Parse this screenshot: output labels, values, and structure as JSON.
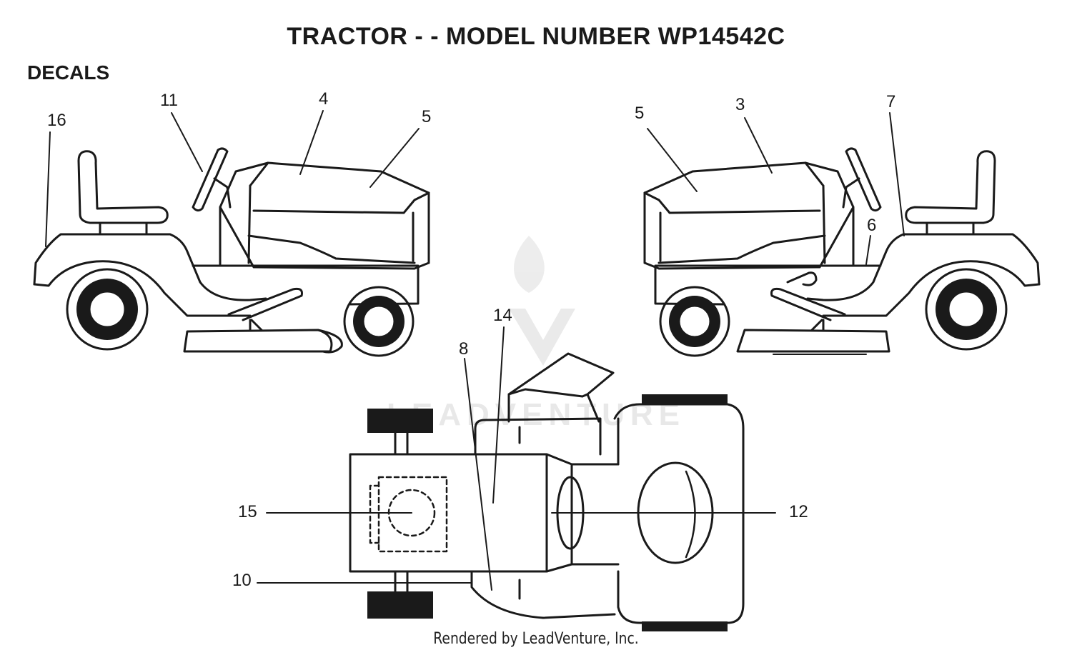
{
  "title": "TRACTOR - - MODEL NUMBER WP14542C",
  "section_label": "DECALS",
  "callouts": {
    "c16": "16",
    "c11": "11",
    "c4": "4",
    "c5a": "5",
    "c5b": "5",
    "c3": "3",
    "c7": "7",
    "c6": "6",
    "c14": "14",
    "c8": "8",
    "c15": "15",
    "c12": "12",
    "c10": "10"
  },
  "watermark": "LEADVENTURE",
  "footer": "Rendered by LeadVenture, Inc.",
  "colors": {
    "ink": "#1a1a1a",
    "watermark": "#e3e3e3"
  }
}
